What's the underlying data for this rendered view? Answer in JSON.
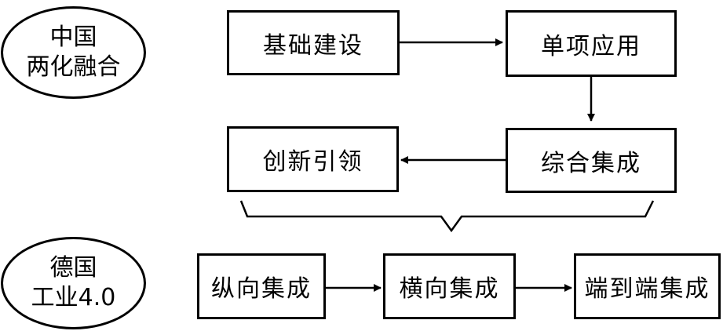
{
  "china_group": {
    "label_line1": "中国",
    "label_line2": "两化融合",
    "steps": [
      "基础建设",
      "单项应用",
      "综合集成",
      "创新引领"
    ]
  },
  "germany_group": {
    "label_line1": "德国",
    "label_line2": "工业4.0",
    "steps": [
      "纵向集成",
      "横向集成",
      "端到端集成"
    ]
  }
}
